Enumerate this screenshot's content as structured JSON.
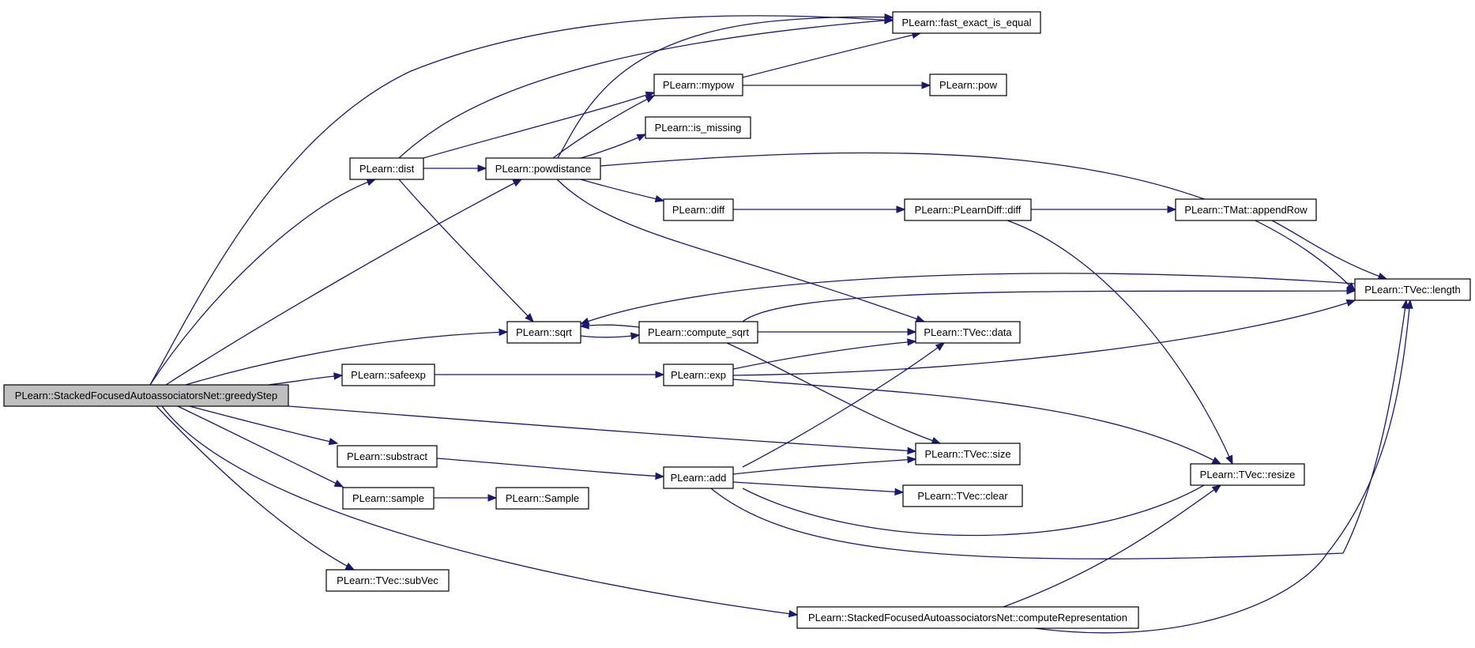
{
  "nodes": {
    "greedyStep": "PLearn::StackedFocusedAutoassociatorsNet::greedyStep",
    "dist": "PLearn::dist",
    "powdistance": "PLearn::powdistance",
    "fast_exact_is_equal": "PLearn::fast_exact_is_equal",
    "mypow": "PLearn::mypow",
    "pow": "PLearn::pow",
    "is_missing": "PLearn::is_missing",
    "diff": "PLearn::diff",
    "plearndiff_diff": "PLearn::PLearnDiff::diff",
    "appendRow": "PLearn::TMat::appendRow",
    "length": "PLearn::TVec::length",
    "sqrt": "PLearn::sqrt",
    "compute_sqrt": "PLearn::compute_sqrt",
    "data": "PLearn::TVec::data",
    "safeexp": "PLearn::safeexp",
    "exp": "PLearn::exp",
    "size": "PLearn::TVec::size",
    "resize": "PLearn::TVec::resize",
    "substract": "PLearn::substract",
    "add": "PLearn::add",
    "clear": "PLearn::TVec::clear",
    "sample": "PLearn::sample",
    "Sample": "PLearn::Sample",
    "subVec": "PLearn::TVec::subVec",
    "computeRepresentation": "PLearn::StackedFocusedAutoassociatorsNet::computeRepresentation"
  },
  "colors": {
    "edge": "#191970",
    "root_fill": "#bfbfbf",
    "node_fill": "#ffffff",
    "node_border": "#000000"
  }
}
